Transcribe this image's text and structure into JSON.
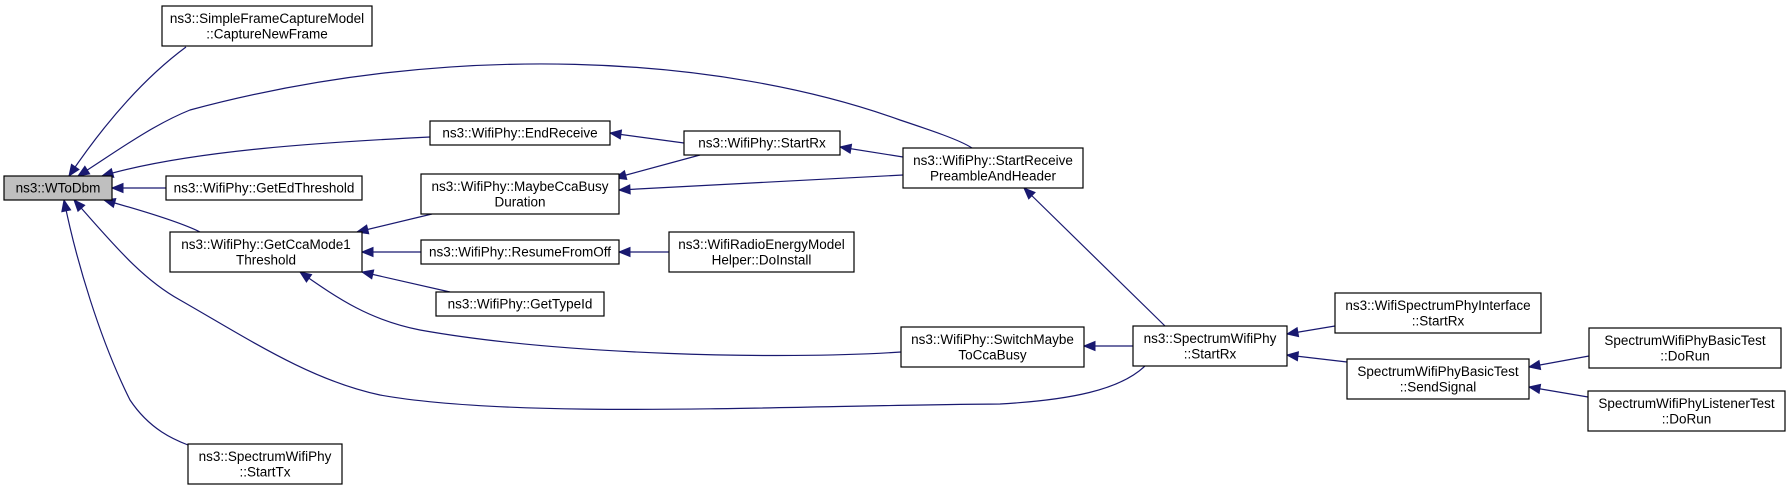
{
  "graph": {
    "type": "caller-graph",
    "colors": {
      "edge": "#191970",
      "root_fill": "#bfbfbf",
      "node_fill": "#ffffff",
      "node_border": "#000000"
    },
    "nodes": [
      {
        "id": "wtodbm",
        "lines": [
          "ns3::WToDbm"
        ],
        "root": true
      },
      {
        "id": "simpleframe",
        "lines": [
          "ns3::SimpleFrameCaptureModel",
          "::CaptureNewFrame"
        ]
      },
      {
        "id": "getedthreshold",
        "lines": [
          "ns3::WifiPhy::GetEdThreshold"
        ]
      },
      {
        "id": "getccamode1",
        "lines": [
          "ns3::WifiPhy::GetCcaMode1",
          "Threshold"
        ]
      },
      {
        "id": "spectrumstarttx",
        "lines": [
          "ns3::SpectrumWifiPhy",
          "::StartTx"
        ]
      },
      {
        "id": "endreceive",
        "lines": [
          "ns3::WifiPhy::EndReceive"
        ]
      },
      {
        "id": "maybeccabusy",
        "lines": [
          "ns3::WifiPhy::MaybeCcaBusy",
          "Duration"
        ]
      },
      {
        "id": "resumefromoff",
        "lines": [
          "ns3::WifiPhy::ResumeFromOff"
        ]
      },
      {
        "id": "gettypeid",
        "lines": [
          "ns3::WifiPhy::GetTypeId"
        ]
      },
      {
        "id": "wifiphystartrx",
        "lines": [
          "ns3::WifiPhy::StartRx"
        ]
      },
      {
        "id": "startreceivepreamble",
        "lines": [
          "ns3::WifiPhy::StartReceive",
          "PreambleAndHeader"
        ]
      },
      {
        "id": "wifiradioenergy",
        "lines": [
          "ns3::WifiRadioEnergyModel",
          "Helper::DoInstall"
        ]
      },
      {
        "id": "switchmaybe",
        "lines": [
          "ns3::WifiPhy::SwitchMaybe",
          "ToCcaBusy"
        ]
      },
      {
        "id": "spectrumstartrx",
        "lines": [
          "ns3::SpectrumWifiPhy",
          "::StartRx"
        ]
      },
      {
        "id": "wifispectrumiface",
        "lines": [
          "ns3::WifiSpectrumPhyInterface",
          "::StartRx"
        ]
      },
      {
        "id": "sendsignal",
        "lines": [
          "SpectrumWifiPhyBasicTest",
          "::SendSignal"
        ]
      },
      {
        "id": "basicdorun",
        "lines": [
          "SpectrumWifiPhyBasicTest",
          "::DoRun"
        ]
      },
      {
        "id": "listenerdorun",
        "lines": [
          "SpectrumWifiPhyListenerTest",
          "::DoRun"
        ]
      }
    ],
    "edges": [
      {
        "from": "simpleframe",
        "to": "wtodbm"
      },
      {
        "from": "startreceivepreamble",
        "to": "wtodbm"
      },
      {
        "from": "endreceive",
        "to": "wtodbm"
      },
      {
        "from": "getedthreshold",
        "to": "wtodbm"
      },
      {
        "from": "getccamode1",
        "to": "wtodbm"
      },
      {
        "from": "spectrumstartrx",
        "to": "wtodbm"
      },
      {
        "from": "spectrumstarttx",
        "to": "wtodbm"
      },
      {
        "from": "wifiphystartrx",
        "to": "endreceive"
      },
      {
        "from": "wifiphystartrx",
        "to": "maybeccabusy"
      },
      {
        "from": "startreceivepreamble",
        "to": "maybeccabusy"
      },
      {
        "from": "startreceivepreamble",
        "to": "wifiphystartrx"
      },
      {
        "from": "maybeccabusy",
        "to": "getccamode1"
      },
      {
        "from": "resumefromoff",
        "to": "getccamode1"
      },
      {
        "from": "gettypeid",
        "to": "getccamode1"
      },
      {
        "from": "switchmaybe",
        "to": "getccamode1"
      },
      {
        "from": "wifiradioenergy",
        "to": "resumefromoff"
      },
      {
        "from": "spectrumstartrx",
        "to": "switchmaybe"
      },
      {
        "from": "spectrumstartrx",
        "to": "startreceivepreamble"
      },
      {
        "from": "wifispectrumiface",
        "to": "spectrumstartrx"
      },
      {
        "from": "sendsignal",
        "to": "spectrumstartrx"
      },
      {
        "from": "basicdorun",
        "to": "sendsignal"
      },
      {
        "from": "listenerdorun",
        "to": "sendsignal"
      }
    ]
  }
}
